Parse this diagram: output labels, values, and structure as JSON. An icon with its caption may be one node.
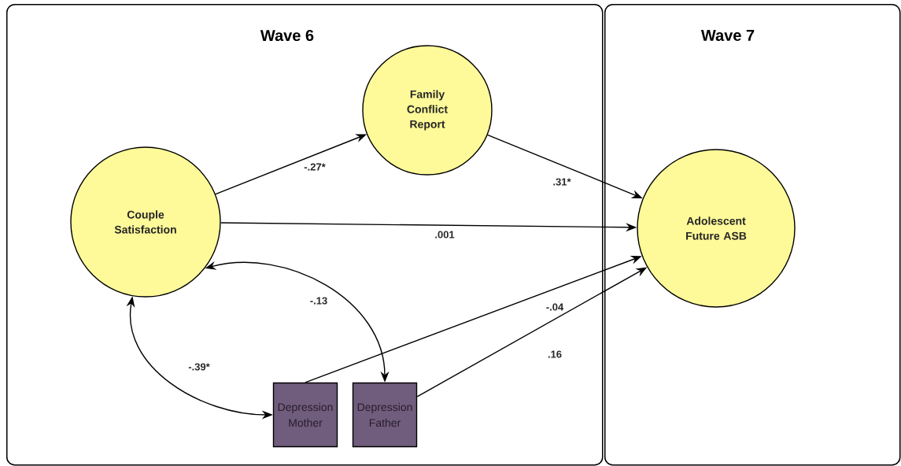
{
  "diagram": {
    "nodes": [
      {
        "text": [
          "Wave 6"
        ]
      },
      {
        "text": [
          "Wave 7"
        ]
      },
      {
        "text": [
          "Family Conflict Report"
        ],
        "in": 0
      },
      {
        "text": [
          "Couple Satisfaction"
        ],
        "in": 0
      },
      {
        "text": [
          "Adolescent Future ASB"
        ],
        "in": 1
      },
      {
        "text": [
          "Depression Mother"
        ],
        "in": 0
      },
      {
        "text": [
          "Depression Father"
        ],
        "in": 0
      }
    ],
    "edges": [
      {
        "from": 3,
        "to": 2,
        "arrow": "to",
        "label": "-.27*"
      },
      {
        "from": 2,
        "to": 4,
        "arrow": "to",
        "label": ".31*"
      },
      {
        "from": 3,
        "to": 4,
        "arrow": "to",
        "label": ".001"
      },
      {
        "from": 3,
        "to": 6,
        "arrow": "both",
        "label": "-.13"
      },
      {
        "from": 3,
        "to": 5,
        "arrow": "both",
        "label": "-.39*"
      },
      {
        "from": 5,
        "to": 4,
        "arrow": "to",
        "label": "-.04"
      },
      {
        "from": 6,
        "to": 4,
        "arrow": "to",
        "label": ".16"
      }
    ]
  }
}
